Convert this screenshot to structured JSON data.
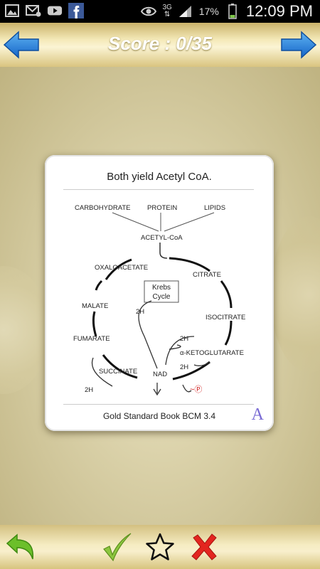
{
  "status_bar": {
    "network": "3G",
    "battery": "17%",
    "time": "12:09 PM"
  },
  "header": {
    "score": "Score : 0/35"
  },
  "card": {
    "title": "Both yield Acetyl CoA.",
    "source": "Gold Standard Book BCM 3.4",
    "answer_letter": "A",
    "diagram_labels": {
      "carbohydrate": "CARBOHYDRATE",
      "protein": "PROTEIN",
      "lipids": "LIPIDS",
      "acetyl_coa": "ACETYL-CoA",
      "oxaloacetate": "OXALOACETATE",
      "citrate": "CITRATE",
      "krebs1": "Krebs",
      "krebs2": "Cycle",
      "malate": "MALATE",
      "twoh_a": "2H",
      "isocitrate": "ISOCITRATE",
      "fumarate": "FUMARATE",
      "twoh_b": "2H",
      "akg": "α-KETOGLUTARATE",
      "twoh_c": "2H",
      "succinate": "SUCCINATE",
      "nad": "NAD",
      "twoh_d": "2H",
      "phosphate": "~Ⓟ"
    }
  },
  "colors": {
    "arrow_blue": "#1e7fd8",
    "check_green": "#7ab51d",
    "cross_red": "#e02020"
  }
}
